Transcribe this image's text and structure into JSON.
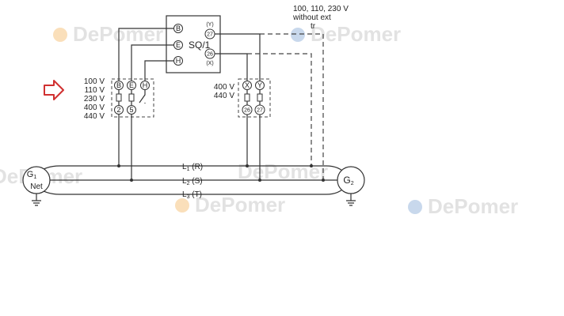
{
  "relay": {
    "name": "SQ/1",
    "terminals": {
      "b": "B",
      "e": "E",
      "h": "H",
      "t27": "27",
      "t26": "26",
      "y_small": "(Y)",
      "x_small": "(X)"
    }
  },
  "supply_note": [
    "100, 110, 230 V",
    "without ext",
    "tr"
  ],
  "left_voltages": [
    "100 V",
    "110 V",
    "230 V",
    "400 V",
    "440 V"
  ],
  "left_block": {
    "top": [
      "B",
      "E",
      "H"
    ],
    "bottom": [
      "2",
      "5"
    ]
  },
  "right_voltages": [
    "400 V",
    "440 V"
  ],
  "right_block": {
    "top": [
      "X",
      "Y"
    ],
    "bottom": [
      "26",
      "27"
    ]
  },
  "lines": {
    "l1": {
      "main": "L",
      "sub": "1",
      "suffix": " (R)"
    },
    "l2": {
      "main": "L",
      "sub": "2",
      "suffix": " (S)"
    },
    "l3": {
      "main": "L",
      "sub": "3",
      "suffix": " (T)"
    }
  },
  "gen_left": {
    "name": "G",
    "sub": "1",
    "label": "Net"
  },
  "gen_right": {
    "name": "G",
    "sub": "2"
  },
  "watermark": "DePomer",
  "colors": {
    "arrow": "#d03030",
    "wire": "#333333",
    "watermark": "#d7d7d7",
    "logo_orange": "#f2a23a",
    "logo_blue": "#4a7fc0"
  }
}
